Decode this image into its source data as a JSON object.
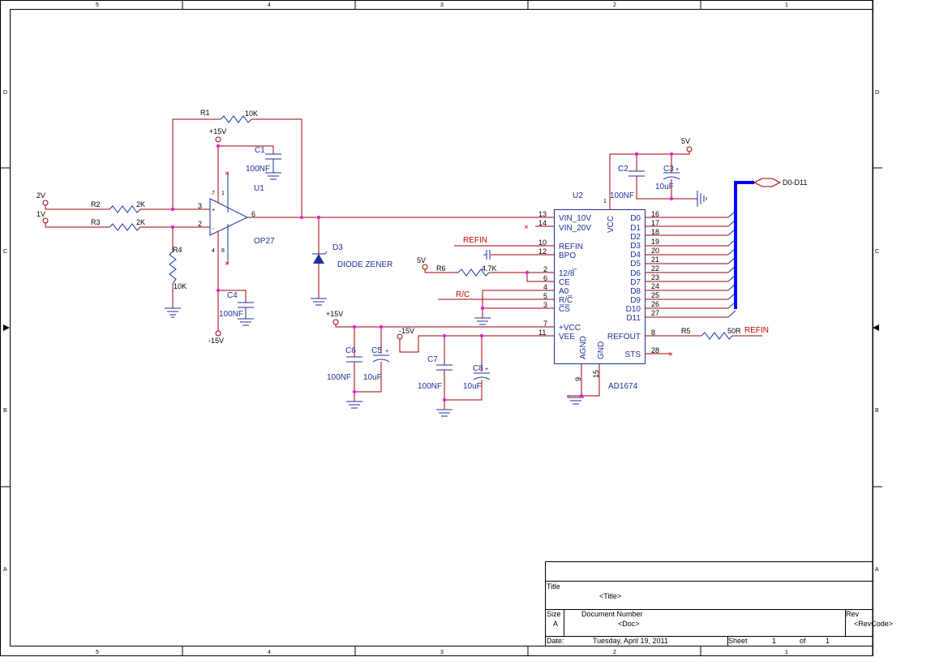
{
  "border": {
    "cols": [
      "5",
      "4",
      "3",
      "2",
      "1"
    ],
    "rows": [
      "D",
      "C",
      "B",
      "A"
    ]
  },
  "nets": {
    "p15v": "+15V",
    "m15v": "-15V",
    "v2": "2V",
    "v1": "1V",
    "v5": "5V",
    "refin": "REFIN",
    "rc": "R/C",
    "bus": "D0-D11"
  },
  "u1": {
    "ref": "U1",
    "part": "OP27",
    "pins": {
      "p3": "3",
      "p2": "2",
      "p6": "6",
      "p7": "7",
      "p1": "1",
      "p4": "4",
      "p8": "8"
    },
    "plus": "+",
    "minus": "-"
  },
  "resistors": {
    "r1": {
      "ref": "R1",
      "value": "10K"
    },
    "r2": {
      "ref": "R2",
      "value": "2K"
    },
    "r3": {
      "ref": "R3",
      "value": "2K"
    },
    "r4": {
      "ref": "R4",
      "value": "10K"
    },
    "r5": {
      "ref": "R5",
      "value": "50R"
    },
    "r6": {
      "ref": "R6",
      "value": "4.7K"
    }
  },
  "capacitors": {
    "c1": {
      "ref": "C1",
      "value": "100NF"
    },
    "c2": {
      "ref": "C2",
      "value": "100NF"
    },
    "c3": {
      "ref": "C3",
      "value": "10uF"
    },
    "c4": {
      "ref": "C4",
      "value": "100NF"
    },
    "c5": {
      "ref": "C5",
      "value": "10uF"
    },
    "c6": {
      "ref": "C6",
      "value": "100NF"
    },
    "c7": {
      "ref": "C7",
      "value": "100NF"
    },
    "c8": {
      "ref": "C8",
      "value": "10uF"
    },
    "plus": "+"
  },
  "d3": {
    "ref": "D3",
    "value": "DIODE ZENER"
  },
  "u2": {
    "ref": "U2",
    "part": "AD1674",
    "left_pins": [
      {
        "num": "13",
        "name": "VIN_10V"
      },
      {
        "num": "14",
        "name": "VIN_20V"
      },
      {
        "num": "10",
        "name": "REFIN"
      },
      {
        "num": "12",
        "name": "BPO"
      },
      {
        "num": "2",
        "name": "12/8̅"
      },
      {
        "num": "6",
        "name": "CE"
      },
      {
        "num": "4",
        "name": "A0"
      },
      {
        "num": "5",
        "name": "R/C̅"
      },
      {
        "num": "3",
        "name": "C̅S̅"
      },
      {
        "num": "7",
        "name": "+VCC"
      },
      {
        "num": "11",
        "name": "VEE"
      }
    ],
    "right_pins": [
      {
        "num": "16",
        "name": "D0"
      },
      {
        "num": "17",
        "name": "D1"
      },
      {
        "num": "18",
        "name": "D2"
      },
      {
        "num": "19",
        "name": "D3"
      },
      {
        "num": "20",
        "name": "D4"
      },
      {
        "num": "21",
        "name": "D5"
      },
      {
        "num": "22",
        "name": "D6"
      },
      {
        "num": "23",
        "name": "D7"
      },
      {
        "num": "24",
        "name": "D8"
      },
      {
        "num": "25",
        "name": "D9"
      },
      {
        "num": "26",
        "name": "D10"
      },
      {
        "num": "27",
        "name": "D11"
      }
    ],
    "refout": {
      "num": "8",
      "name": "REFOUT"
    },
    "sts": {
      "num": "28",
      "name": "STS"
    },
    "vcc": {
      "num": "1",
      "name": "VCC"
    },
    "agnd": {
      "num": "9",
      "name": "AGND"
    },
    "gnd": {
      "num": "15",
      "name": "GND"
    }
  },
  "title_block": {
    "title_label": "Title",
    "title": "<Title>",
    "size_label": "Size",
    "size": "A",
    "docnum_label": "Document Number",
    "docnum": "<Doc>",
    "rev_label": "Rev",
    "rev": "<RevCode>",
    "date_label": "Date:",
    "date": "Tuesday, April 19, 2011",
    "sheet_label": "Sheet",
    "sheet": "1",
    "of_label": "of",
    "sheet_total": "1"
  }
}
